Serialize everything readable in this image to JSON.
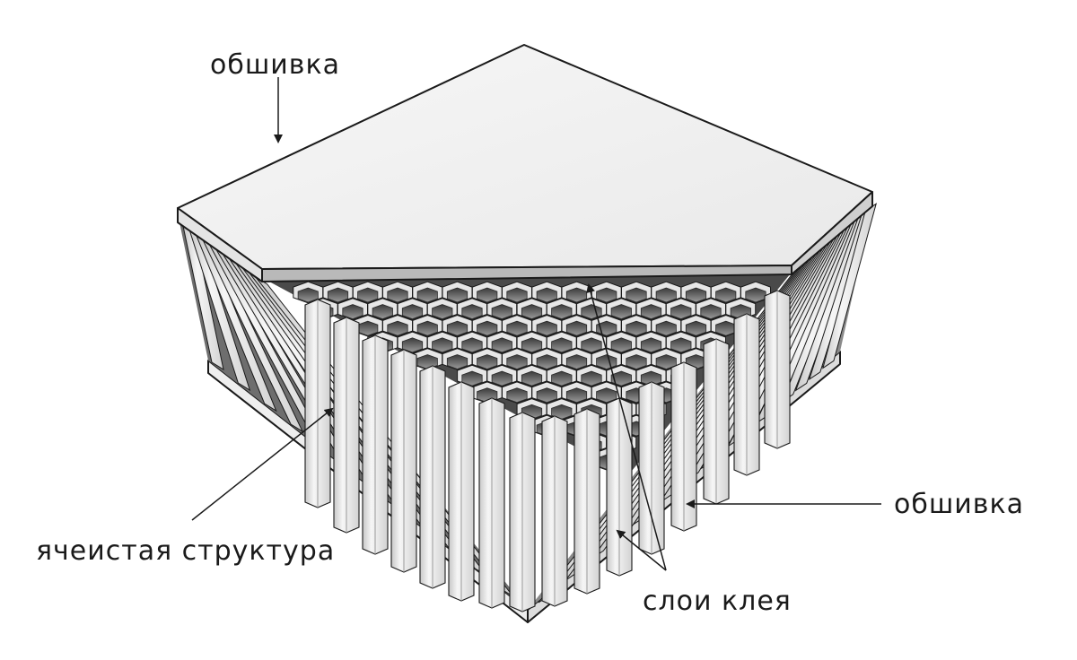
{
  "labels": {
    "skin_top": "обшивка",
    "skin_bottom": "обшивка",
    "core": "ячеистая структура",
    "adhesive": "слои клея"
  },
  "colors": {
    "line": "#1a1a1a",
    "skin": "#f2f2f2",
    "skin_edge": "#d9d9d9",
    "core_wall": "#ededed",
    "core_shadow": "#6e6e6e",
    "cell_dark": "#5a5a5a"
  }
}
